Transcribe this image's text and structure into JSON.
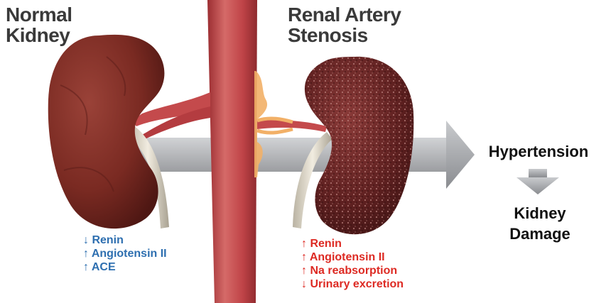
{
  "left_panel": {
    "title_line1": "Normal",
    "title_line2": "Kidney",
    "effects": [
      "↓ Renin",
      "↑ Angiotensin II",
      "↑ ACE"
    ],
    "effects_color": "#2e6fb0"
  },
  "right_panel": {
    "title_line1": "Renal Artery",
    "title_line2": "Stenosis",
    "effects": [
      "↑ Renin",
      "↑ Angiotensin II",
      "↑ Na reabsorption",
      "↓ Urinary excretion"
    ],
    "effects_color": "#dd2a23"
  },
  "outcomes": {
    "hypertension": "Hypertension",
    "kidney_damage_line1": "Kidney",
    "kidney_damage_line2": "Damage"
  },
  "colors": {
    "kidney": "#7a2a22",
    "artery": "#c44a4c",
    "plaque": "#f2b067",
    "arrow": "#9a9ca0"
  }
}
